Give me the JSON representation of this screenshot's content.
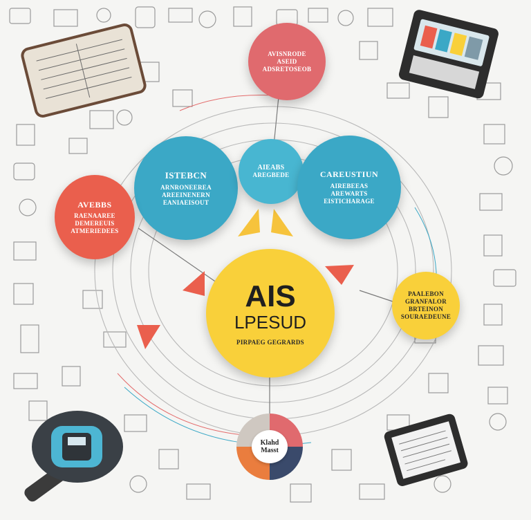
{
  "nodes": {
    "top_pink": {
      "line1": "AVISNRODE",
      "line2": "ASEID",
      "line3": "ADSRETOSEOB"
    },
    "teal_left": {
      "line1": "ISTEBCN",
      "line2": "ARNRONEEREA",
      "line3": "AREEINENERN",
      "line4": "EANIAEISOUT"
    },
    "teal_center": {
      "line1": "AIEABS",
      "line2": "AREGBEDE"
    },
    "teal_right": {
      "line1": "CAREUSTIUN",
      "line2": "AIREBEEAS",
      "line3": "AREWARTS",
      "line4": "EISTICHARAGE"
    },
    "coral_left": {
      "line1": "AVEBBS",
      "line2": "RAENAAREE",
      "line3": "DEMEREUIS",
      "line4": "ATMERIEDEES"
    },
    "yellow_main": {
      "title": "AIS",
      "subtitle": "LPESUD",
      "caption": "PIRPAEG GEGRARDS"
    },
    "yellow_right": {
      "line1": "PAALEBON",
      "line2": "GRANFALOR",
      "line3": "BRTEINON",
      "line4": "SOURAEDEUNE"
    },
    "bottom_ring": {
      "line1": "Klahd",
      "line2": "Masst"
    }
  },
  "colors": {
    "pink": "#e06a6e",
    "teal": "#3ba8c6",
    "coral": "#ea5f4d",
    "yellow": "#f9d03a",
    "ink": "#555555"
  }
}
